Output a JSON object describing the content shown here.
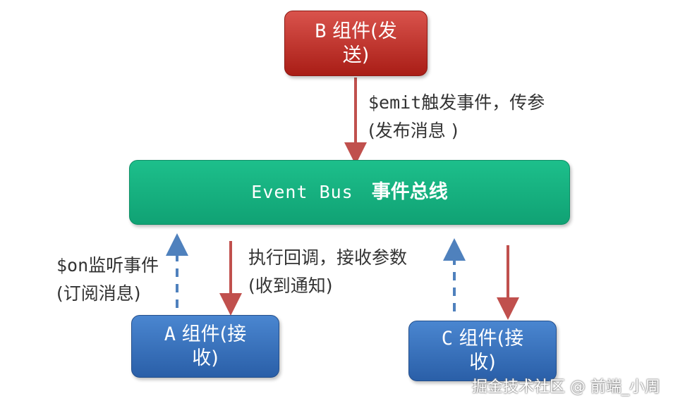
{
  "nodes": {
    "b": {
      "code": "B",
      "text_line1": "组件(发",
      "text_line2": "送)"
    },
    "bus": {
      "code": "Event Bus",
      "text": "事件总线"
    },
    "a": {
      "code": "A",
      "text_line1": "组件(接",
      "text_line2": "收)"
    },
    "c": {
      "code": "C",
      "text_line1": "组件(接",
      "text_line2": "收)"
    }
  },
  "labels": {
    "emit": {
      "code": "$emit",
      "line1": "触发事件，传参",
      "line2": "(发布消息 )"
    },
    "on": {
      "code": "$on",
      "line1": "监听事件",
      "line2": "(订阅消息)"
    },
    "exec": {
      "line1": "执行回调，接收参数",
      "line2": "(收到通知)"
    }
  },
  "watermark": "掘金技术社区 @ 前端_小周",
  "colors": {
    "sender": "#c0302a",
    "bus": "#16b07f",
    "receiver": "#3a72bd",
    "solid_arrow": "#c0504d",
    "dashed_arrow": "#4f81bd"
  }
}
